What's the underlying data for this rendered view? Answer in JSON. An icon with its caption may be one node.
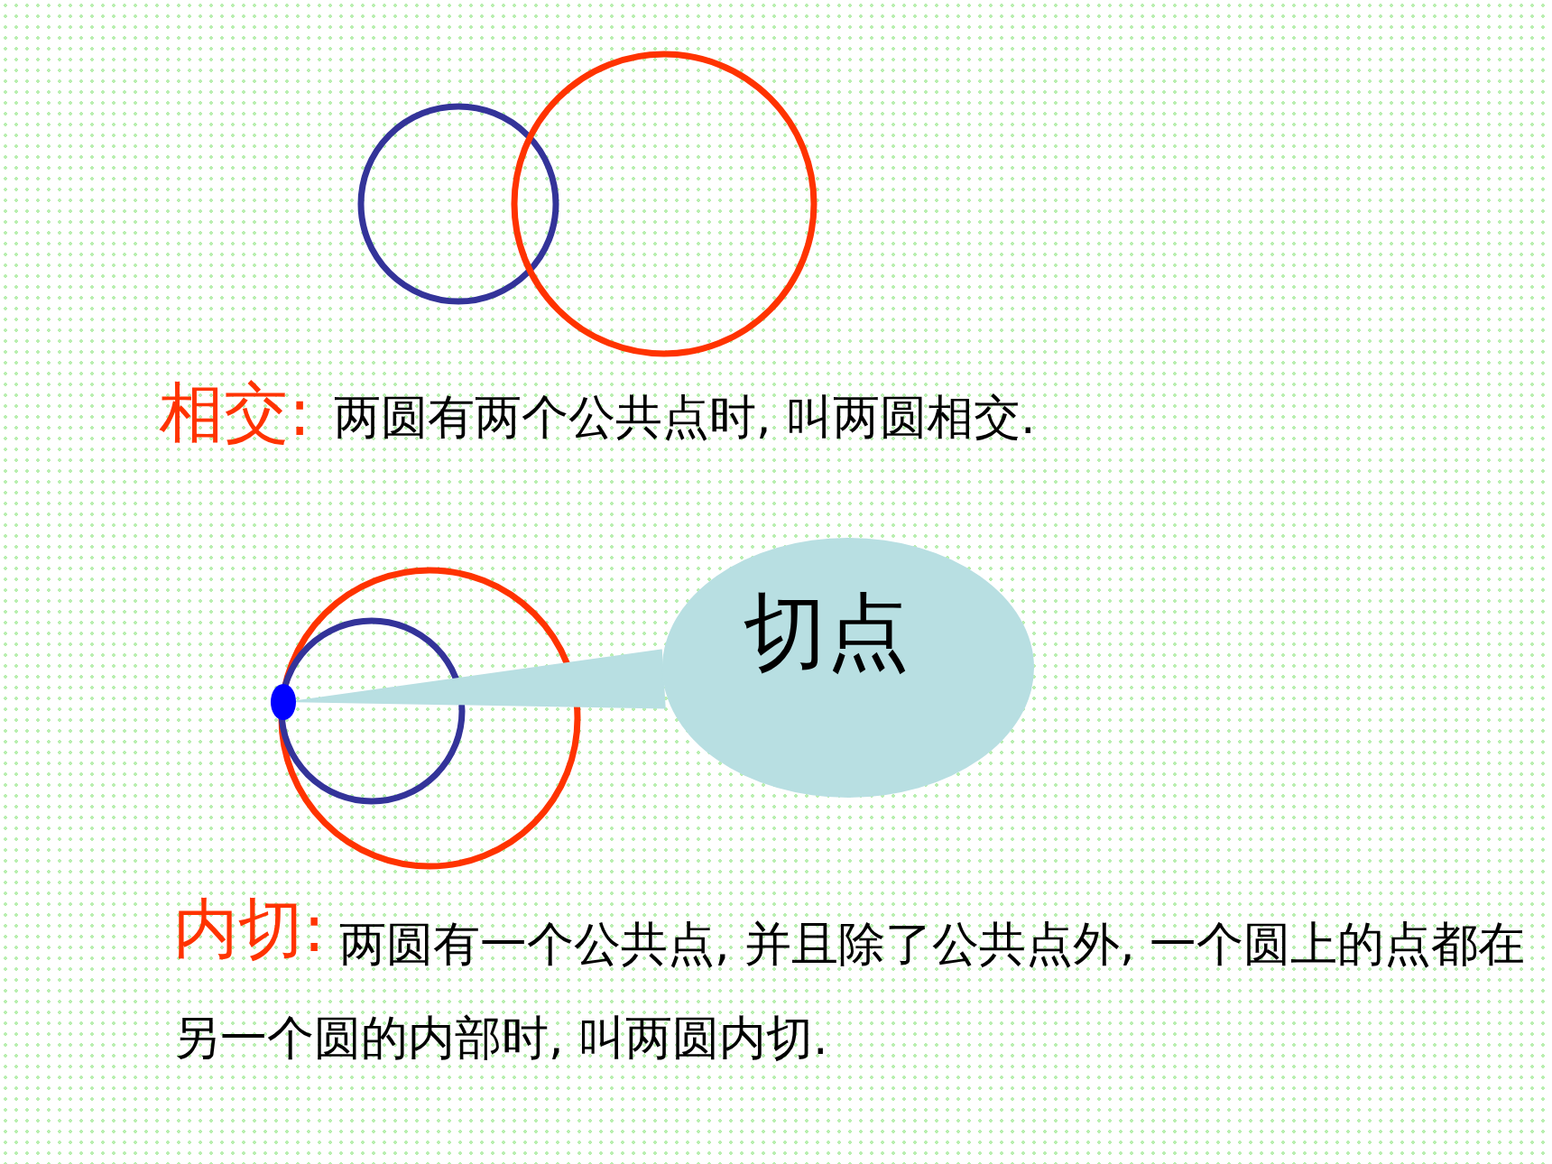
{
  "diagram": {
    "nodes": [
      {
        "text": [
          "切点"
        ]
      },
      {
        "text": [],
        "shape": "circle"
      }
    ],
    "edges": [
      {
        "from": 0,
        "to": 1,
        "arrow": "none"
      }
    ],
    "labels": [
      "相交:",
      "两圆有两个公共点时, 叫两圆相交.",
      "内切:",
      "两圆有一个公共点, 并且除了公共点外, 一个圆上的点都在另一个圆的内部时, 叫两圆内切."
    ]
  }
}
